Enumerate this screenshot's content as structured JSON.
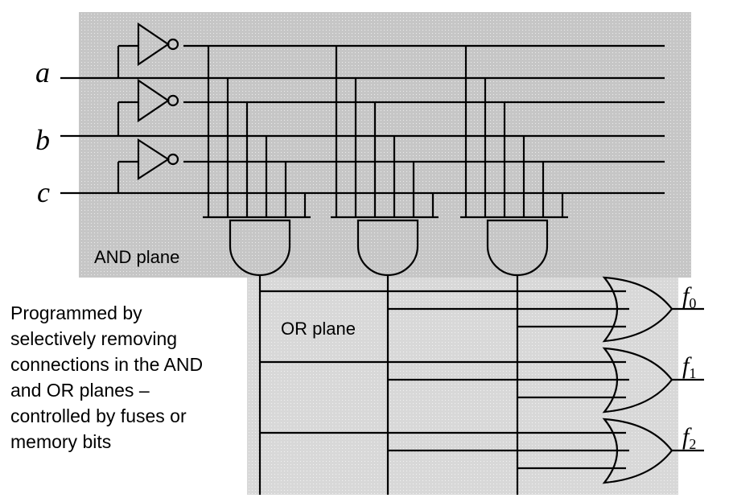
{
  "diagram": {
    "and_plane_label": "AND plane",
    "or_plane_label": "OR plane",
    "inputs": [
      "a",
      "b",
      "c"
    ],
    "outputs": [
      {
        "name": "f",
        "sub": "0"
      },
      {
        "name": "f",
        "sub": "1"
      },
      {
        "name": "f",
        "sub": "2"
      }
    ],
    "note_lines": [
      "Programmed by",
      "selectively removing",
      "connections in the AND",
      "and OR planes –",
      "controlled by fuses or",
      "memory bits"
    ],
    "colors": {
      "plane_fill": "#c9c9c9",
      "plane_dot": "#ededed",
      "or_plane_fill": "#d9d9d9",
      "wire": "#000000"
    }
  }
}
